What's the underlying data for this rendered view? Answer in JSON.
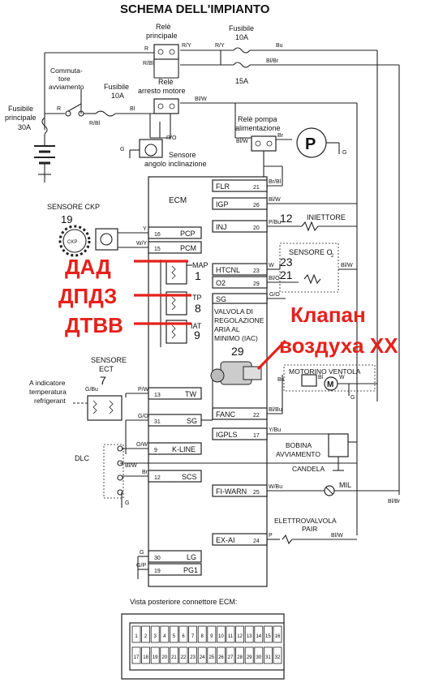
{
  "title": "SCHEMA DELL'IMPIANTO",
  "components": {
    "rele_principale": [
      "Relè",
      "principale"
    ],
    "fusibile_10a_top": [
      "Fusibile",
      "10A"
    ],
    "fusibile_15a": "15A",
    "commutatore": [
      "Commuta-",
      "tore",
      "avviamento"
    ],
    "fusibile_10a": [
      "Fusibile",
      "10A"
    ],
    "rele_arresto": [
      "Relè",
      "arresto motore"
    ],
    "fusibile_principale": [
      "Fusibile",
      "principale",
      "30A"
    ],
    "rele_pompa": [
      "Relè pompa",
      "alimentazione"
    ],
    "pump_symbol": "P",
    "sensore_angolo": [
      "Sensore",
      "angolo inclinazione"
    ],
    "ecm": "ECM",
    "sensore_ckp": [
      "SENSORE CKP",
      "19"
    ],
    "ckp_inner": "CKP",
    "iniettore": [
      "12",
      "INIETTORE"
    ],
    "sensore_o2": [
      "SENSORE O",
      "2",
      "23",
      "21"
    ],
    "map_sensor": [
      "MAP",
      "1"
    ],
    "tp_sensor": [
      "TP",
      "8"
    ],
    "iat_sensor": [
      "IAT",
      "9"
    ],
    "valvola_iac": [
      "VALVOLA DI",
      "REGOLAZIONE",
      "ARIA AL",
      "MINIMO (IAC)",
      "29"
    ],
    "sensore_ect": [
      "SENSORE",
      "ECT",
      "7"
    ],
    "indicatore_temp": [
      "A indicatore",
      "temperatura",
      "refrigerant"
    ],
    "motorino_ventola": "MOTORINO VENTOLA",
    "motor_symbol": "M",
    "bobina": [
      "BOBINA",
      "AVVIAMENTO",
      "CANDELA"
    ],
    "dlc": "DLC",
    "mil": "MIL",
    "elettrovalvola": [
      "ELETTROVALVOLA",
      "PAIR"
    ],
    "connector_title": "Vista posteriore connettore ECM:",
    "connector_row1": [
      "1",
      "2",
      "3",
      "4",
      "5",
      "6",
      "7",
      "8",
      "9",
      "10",
      "11",
      "12",
      "13",
      "14",
      "15",
      "16"
    ],
    "connector_row2": [
      "17",
      "18",
      "19",
      "20",
      "21",
      "22",
      "23",
      "24",
      "25",
      "26",
      "27",
      "28",
      "29",
      "30",
      "31",
      "32"
    ]
  },
  "ecm_pins": {
    "right": [
      {
        "label": "FLR",
        "pin": "21",
        "wire": "Br/Bl"
      },
      {
        "label": "IGP",
        "pin": "26",
        "wire": "Bl/W"
      },
      {
        "label": "INJ",
        "pin": "20",
        "wire": "P/Bu"
      },
      {
        "label": "HTCNL",
        "pin": "23",
        "wire": "W"
      },
      {
        "label": "O2",
        "pin": "29",
        "wire": "Bl/O"
      },
      {
        "label": "FANC",
        "pin": "22",
        "wire": "Bl/Bu"
      },
      {
        "label": "IGPLS",
        "pin": "17",
        "wire": "Y/Bu"
      },
      {
        "label": "FI-WARN",
        "pin": "25",
        "wire": "W/Bu"
      },
      {
        "label": "EX-AI",
        "pin": "24",
        "wire": "P"
      }
    ],
    "left": [
      {
        "label": "PCP",
        "pin": "16",
        "wire": "Y"
      },
      {
        "label": "PCM",
        "pin": "15",
        "wire": "W/Y"
      },
      {
        "label": "TW",
        "pin": "13",
        "wire": "P/W"
      },
      {
        "label": "SG",
        "pin": "31",
        "wire": "G/O"
      },
      {
        "label": "K-LINE",
        "pin": "9",
        "wire": "O/W"
      },
      {
        "label": "SCS",
        "pin": "12",
        "wire": "Br"
      },
      {
        "label": "LG",
        "pin": "30",
        "wire": "G"
      },
      {
        "label": "PG1",
        "pin": "19",
        "wire": "G/P"
      }
    ],
    "sg_inside": "SG"
  },
  "wire_labels": {
    "r1": "R",
    "ry1": "R/Y",
    "rbl1": "R/Bl",
    "ry2": "R/Y",
    "bu": "Bu",
    "blbr": "Bl/Br",
    "r2": "R",
    "rbl2": "R/Bl",
    "bl": "Bl",
    "blw1": "Bl/W",
    "ro": "R/O",
    "g1": "G",
    "blw2": "Bl/W",
    "br": "Br",
    "g2": "G",
    "blw3": "Bl/W",
    "g3": "G",
    "bu2": "Bu",
    "bl2": "Bl",
    "w": "W",
    "blw4": "Bl/W",
    "go1": "G/O",
    "gbu": "G/Bu",
    "blw5": "Bl/W",
    "g4": "G",
    "blbr2": "Bl/Br",
    "blw6": "Bl/W"
  },
  "annotations": {
    "dad": "ДАД",
    "dpdz": "ДПДЗ",
    "dtvv": "ДТВВ",
    "klapan1": "Клапан",
    "klapan2": "воздуха ХХ"
  }
}
